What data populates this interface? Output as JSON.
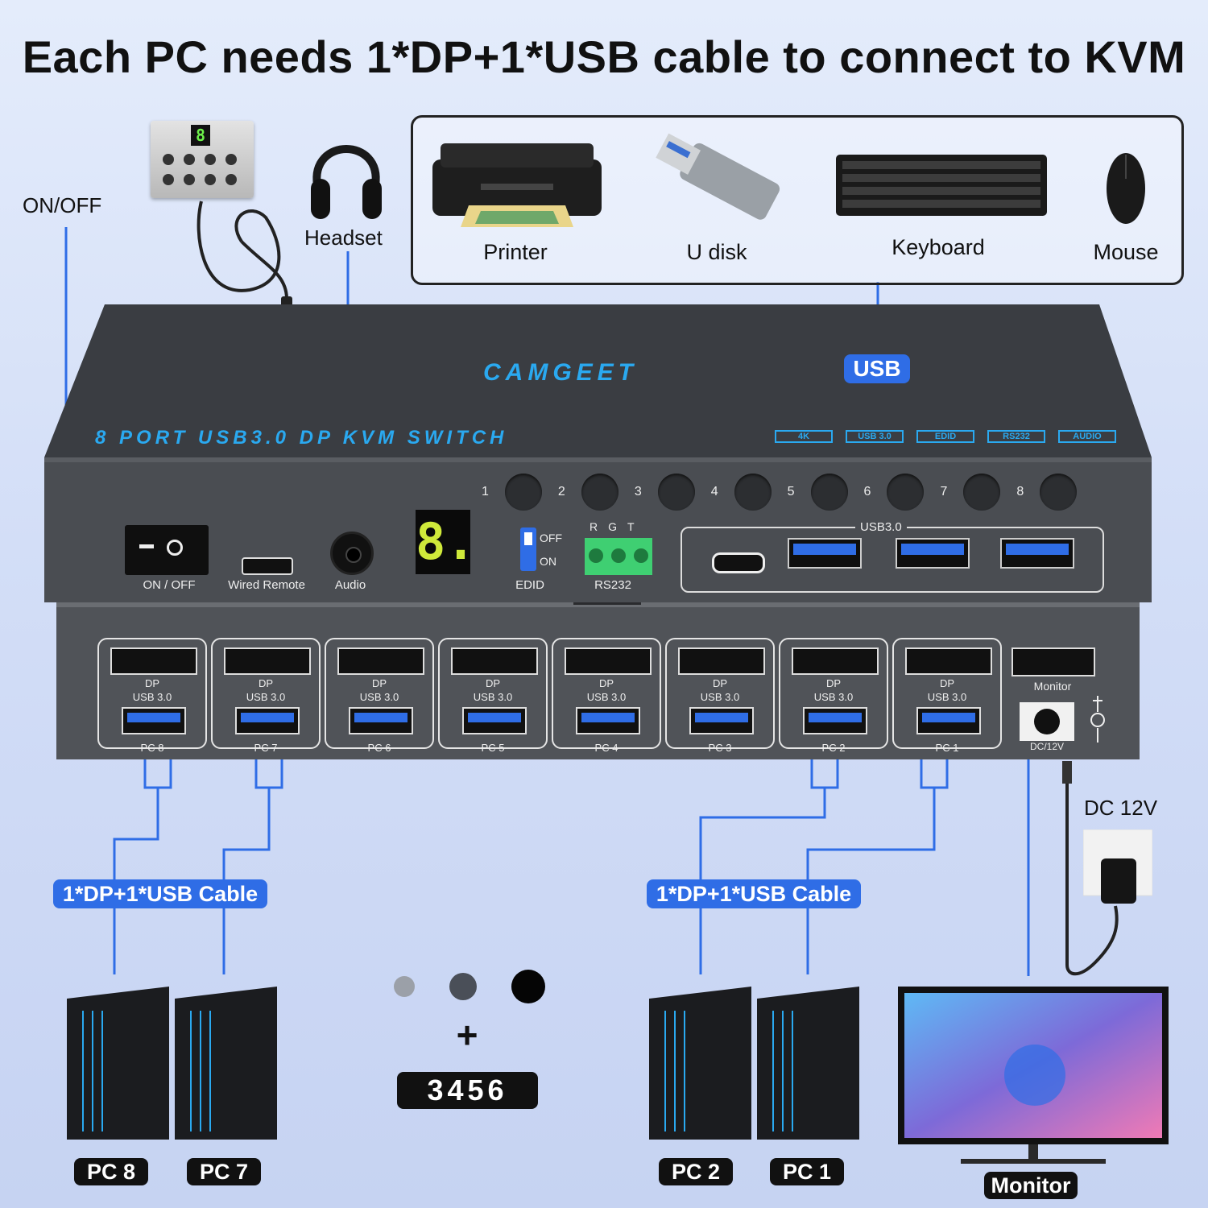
{
  "header": {
    "title": "Each PC needs 1*DP+1*USB cable to connect to KVM"
  },
  "callouts": {
    "on_off": "ON/OFF",
    "headset": "Headset",
    "usb_badge": "USB",
    "dc": "DC 12V"
  },
  "peripherals": [
    {
      "label": "Printer",
      "icon": "printer-icon"
    },
    {
      "label": "U disk",
      "icon": "usb-drive-icon"
    },
    {
      "label": "Keyboard",
      "icon": "keyboard-icon"
    },
    {
      "label": "Mouse",
      "icon": "mouse-icon"
    }
  ],
  "remote": {
    "display": "8"
  },
  "kvm": {
    "brand": "CAMGEET",
    "model": "8 PORT USB3.0 DP KVM SWITCH",
    "badges": [
      "4K",
      "USB 3.0",
      "EDID",
      "RS232",
      "AUDIO"
    ],
    "buttons": [
      "1",
      "2",
      "3",
      "4",
      "5",
      "6",
      "7",
      "8"
    ],
    "display": "8.",
    "switch_label": "ON / OFF",
    "remote_label": "Wired Remote",
    "audio_label": "Audio",
    "edid_label": "EDID",
    "edid_off": "OFF",
    "edid_on": "ON",
    "rs232_label": "RS232",
    "rs232_pins": [
      "R",
      "G",
      "T"
    ],
    "usb_panel_label": "USB3.0"
  },
  "rear": {
    "ports": [
      "PC 8",
      "PC 7",
      "PC 6",
      "PC 5",
      "PC 4",
      "PC 3",
      "PC 2",
      "PC 1"
    ],
    "dp_label": "DP",
    "usb_label": "USB 3.0",
    "monitor_label": "Monitor",
    "dc_label": "DC/12V"
  },
  "cables": {
    "left": "1*DP+1*USB Cable",
    "right": "1*DP+1*USB Cable"
  },
  "pcs": [
    "PC 8",
    "PC 7",
    "PC 2",
    "PC 1"
  ],
  "monitor": {
    "label": "Monitor"
  },
  "colors": {
    "options": [
      "#9ba0a8",
      "#4a4f58",
      "#050505"
    ],
    "plus": "+",
    "code": "3456",
    "accent": "#2f6de6"
  }
}
